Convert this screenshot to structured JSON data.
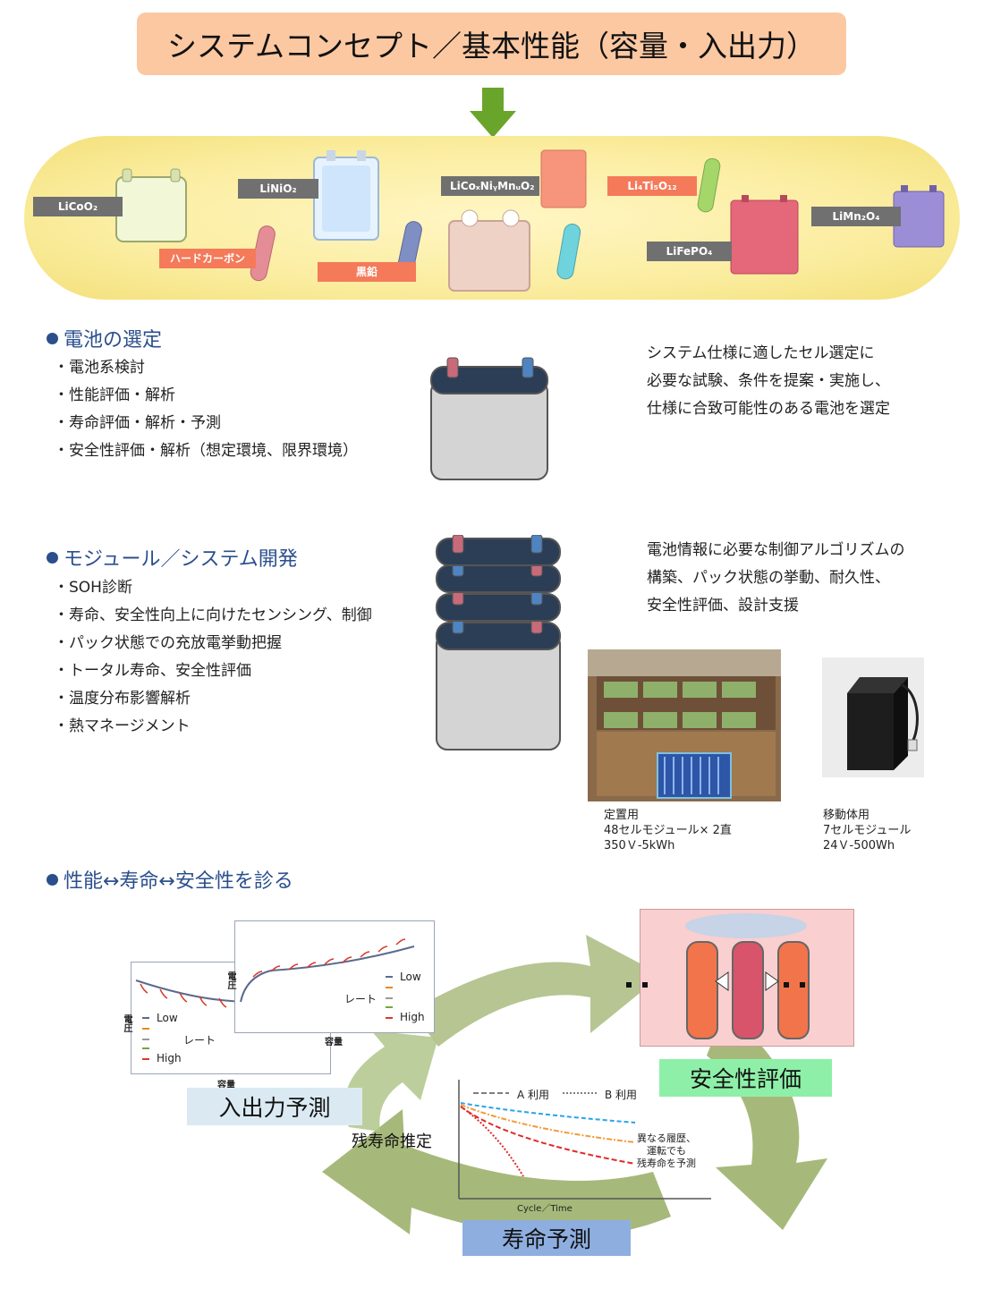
{
  "title": "システムコンセプト／基本性能（容量・入出力）",
  "materials": {
    "licoo2": "LiCoO₂",
    "linio2": "LiNiO₂",
    "ncm": "LiCoₓNiᵧMnᵤO₂",
    "lto": "Li₄Ti₅O₁₂",
    "limn2o4": "LiMn₂O₄",
    "lifepo4": "LiFePO₄",
    "hard_carbon": "ハードカーボン",
    "graphite": "黒鉛"
  },
  "section1": {
    "heading": "電池の選定",
    "items": [
      "・電池系検討",
      "・性能評価・解析",
      "・寿命評価・解析・予測",
      "・安全性評価・解析（想定環境、限界環境）"
    ],
    "desc": [
      "システム仕様に適したセル選定に",
      "必要な試験、条件を提案・実施し、",
      "仕様に合致可能性のある電池を選定"
    ]
  },
  "section2": {
    "heading": "モジュール／システム開発",
    "items": [
      "・SOH診断",
      "・寿命、安全性向上に向けたセンシング、制御",
      "・パック状態での充放電挙動把握",
      "・トータル寿命、安全性評価",
      "・温度分布影響解析",
      "・熱マネージメント"
    ],
    "desc": [
      "電池情報に必要な制御アルゴリズムの",
      "構築、パック状態の挙動、耐久性、",
      "安全性評価、設計支援"
    ],
    "photo1_caption": [
      "定置用",
      "48セルモジュール× 2直",
      "350Ｖ-5kWh"
    ],
    "photo2_caption": [
      "移動体用",
      "7セルモジュール",
      "24Ｖ-500Wh"
    ]
  },
  "section3": {
    "heading": "性能↔寿命↔安全性を診る",
    "io_label": "入出力予測",
    "safety_label": "安全性評価",
    "life_label": "寿命予測",
    "remaining_label": "残寿命推定",
    "chart_back": {
      "ylabel": "電圧",
      "xlabel": "容量",
      "legend_low": "Low",
      "legend_rate": "レート",
      "legend_high": "High"
    },
    "chart_front": {
      "ylabel": "電圧",
      "xlabel": "容量",
      "legend_low": "Low",
      "legend_rate": "レート",
      "legend_high": "High"
    },
    "life_chart": {
      "legend_a": "A 利用",
      "legend_b": "B 利用",
      "xlabel": "Cycle／Time",
      "note": [
        "異なる履歴、",
        "運転でも",
        "残寿命を予測"
      ]
    }
  },
  "colors": {
    "heading": "#2b4f8c",
    "title_bg": "#fbc8a2",
    "arrow_green": "#a9bd80",
    "safety_bg": "#f9cfd0",
    "safety_label_bg": "#8ef0a8",
    "life_label_bg": "#8eaee0",
    "io_label_bg": "#dbeaf2"
  }
}
